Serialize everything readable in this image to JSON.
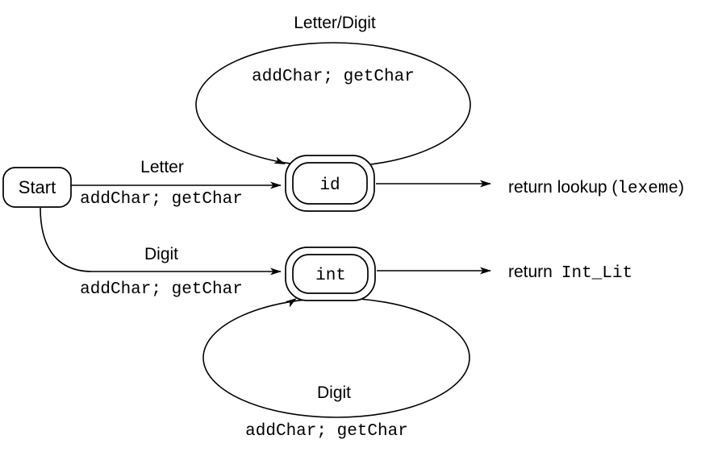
{
  "diagram": {
    "kind": "finite-automaton-state-diagram"
  },
  "states": {
    "start": {
      "label": "Start"
    },
    "id": {
      "label": "id"
    },
    "int": {
      "label": "int"
    }
  },
  "transitions": {
    "id_self_loop": {
      "condition": "Letter/Digit",
      "action": "addChar; getChar"
    },
    "start_to_id": {
      "condition": "Letter",
      "action": "addChar; getChar"
    },
    "start_to_int": {
      "condition": "Digit",
      "action": "addChar; getChar"
    },
    "int_self_loop": {
      "condition": "Digit",
      "action": "addChar; getChar"
    },
    "id_exit": {
      "label_plain": "return lookup (",
      "label_code": "lexeme",
      "label_close": ")"
    },
    "int_exit": {
      "label_plain": "return",
      "label_code": "Int_Lit"
    }
  },
  "colors": {
    "ink": "#000000",
    "background": "#ffffff"
  }
}
